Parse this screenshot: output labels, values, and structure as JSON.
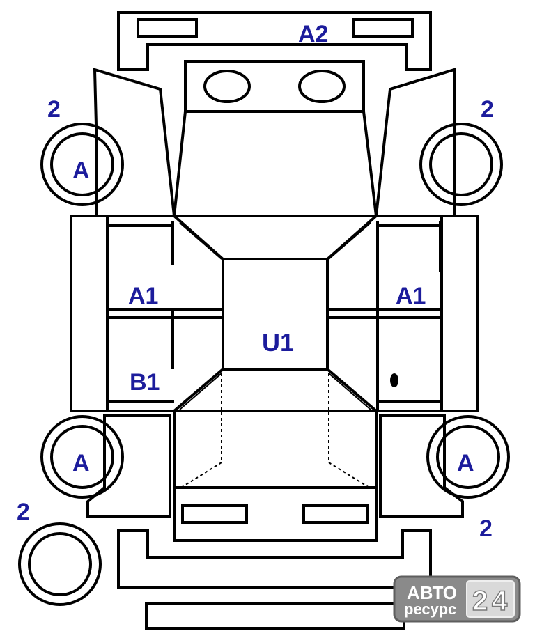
{
  "labels": {
    "front_bumper": "A2",
    "wheel_front_left_count": "2",
    "wheel_front_left_code": "A",
    "wheel_front_right_count": "2",
    "door_front_left": "A1",
    "door_front_right": "A1",
    "door_rear_left": "B1",
    "roof": "U1",
    "wheel_rear_left_code": "A",
    "wheel_rear_right_code": "A",
    "spare_wheel_count": "2",
    "wheel_rear_right_count": "2"
  },
  "watermark": {
    "line1": "АВТО",
    "line2": "ресурс",
    "digit1": "2",
    "digit2": "4"
  },
  "colors": {
    "label": "#1c1c9c",
    "lines": "#000000",
    "watermark_bg": "#8a8a8a"
  }
}
